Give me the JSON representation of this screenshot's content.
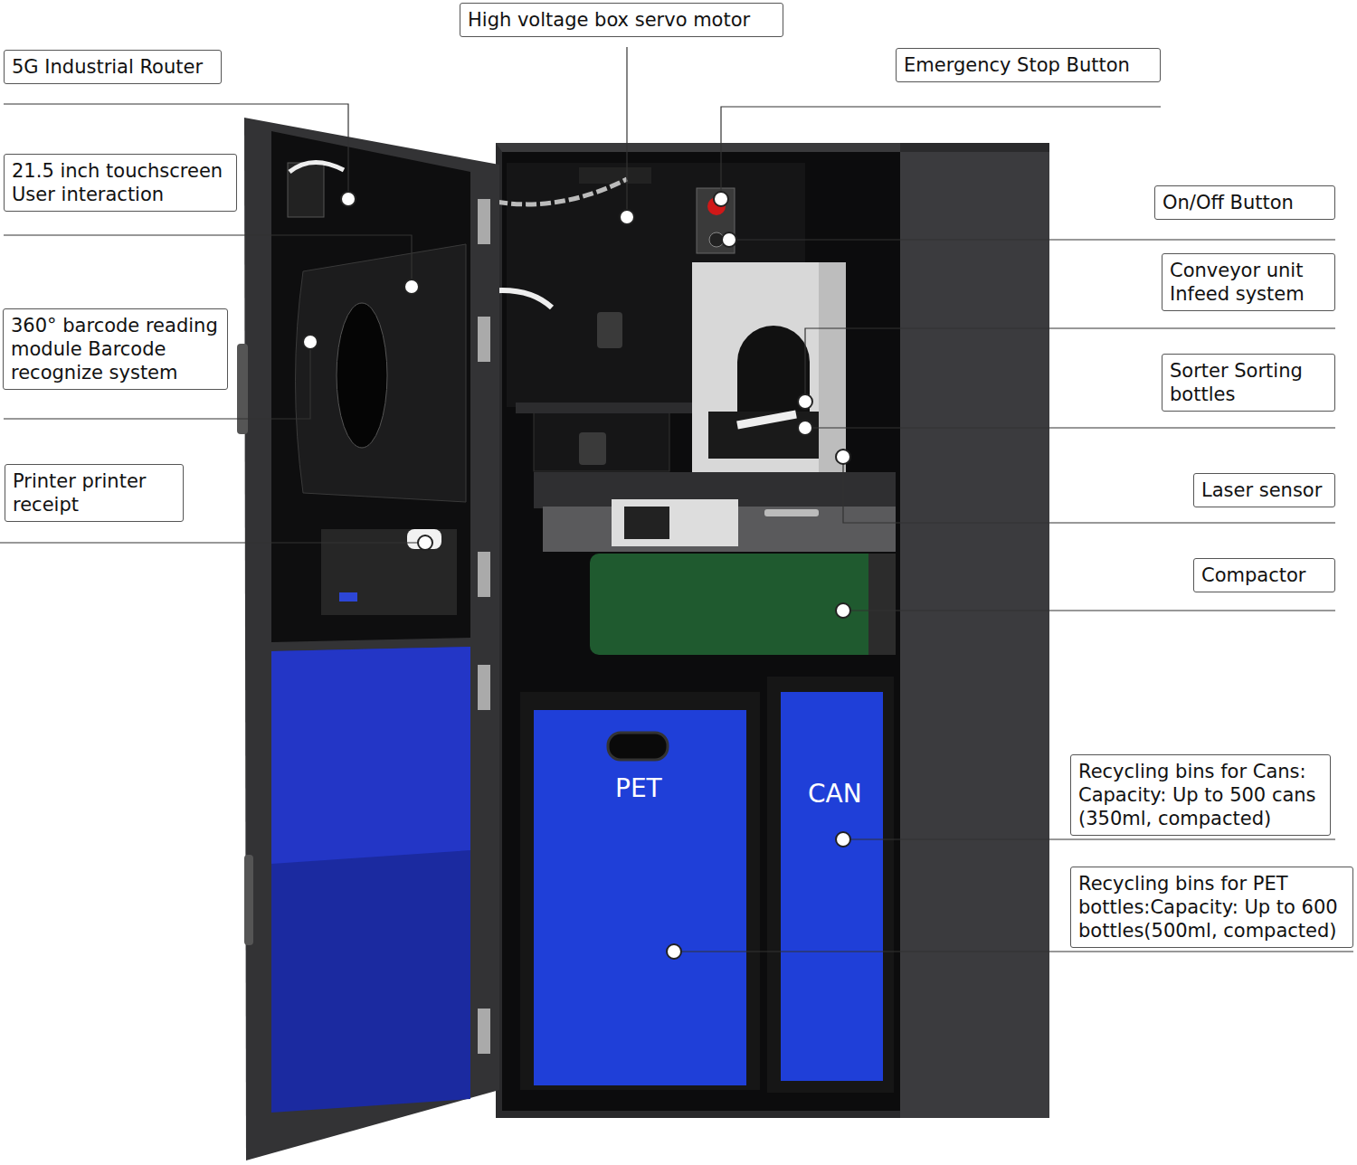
{
  "diagram": {
    "nodes": [
      {
        "text": [
          "High voltage box servo motor"
        ]
      },
      {
        "text": [
          "5G Industrial Router"
        ]
      },
      {
        "text": [
          "Emergency Stop Button"
        ]
      },
      {
        "text": [
          "21.5 inch touchscreen User interaction"
        ]
      },
      {
        "text": [
          "On/Off Button"
        ]
      },
      {
        "text": [
          "Conveyor unit Infeed system"
        ]
      },
      {
        "text": [
          "360° barcode reading module Barcode recognize system"
        ]
      },
      {
        "text": [
          "Sorter Sorting bottles"
        ]
      },
      {
        "text": [
          "Printer printer receipt"
        ]
      },
      {
        "text": [
          "Laser sensor"
        ]
      },
      {
        "text": [
          "Compactor"
        ]
      },
      {
        "text": [
          "Recycling bins for Cans: Capacity: Up to 500 cans (350ml, compacted)"
        ]
      },
      {
        "text": [
          "Recycling bins for PET bottles:Capacity: Up to 600 bottles(500ml, compacted)"
        ]
      }
    ],
    "labels": [
      "PET",
      "CAN"
    ]
  }
}
